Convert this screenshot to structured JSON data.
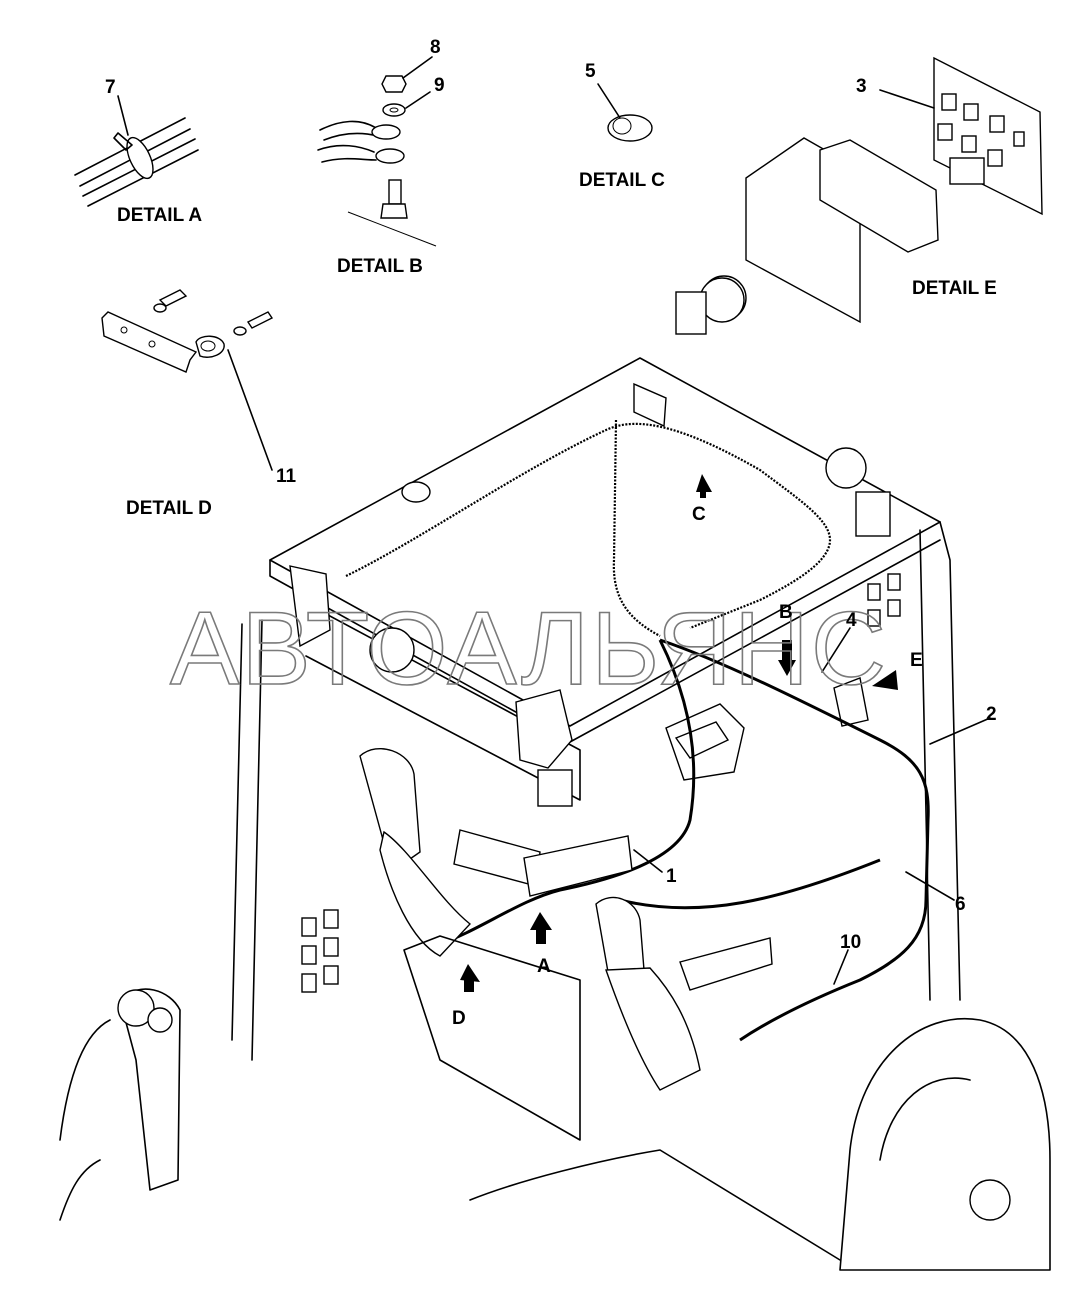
{
  "details": {
    "a": "DETAIL A",
    "b": "DETAIL B",
    "c": "DETAIL C",
    "d": "DETAIL D",
    "e": "DETAIL E"
  },
  "callouts": {
    "n1": "1",
    "n2": "2",
    "n3": "3",
    "n4": "4",
    "n5": "5",
    "n6": "6",
    "n7": "7",
    "n8": "8",
    "n9": "9",
    "n10": "10",
    "n11": "11"
  },
  "views": {
    "a": "A",
    "b": "B",
    "c": "C",
    "d": "D",
    "e": "E"
  },
  "watermark": "АВТОАЛЬЯНС"
}
